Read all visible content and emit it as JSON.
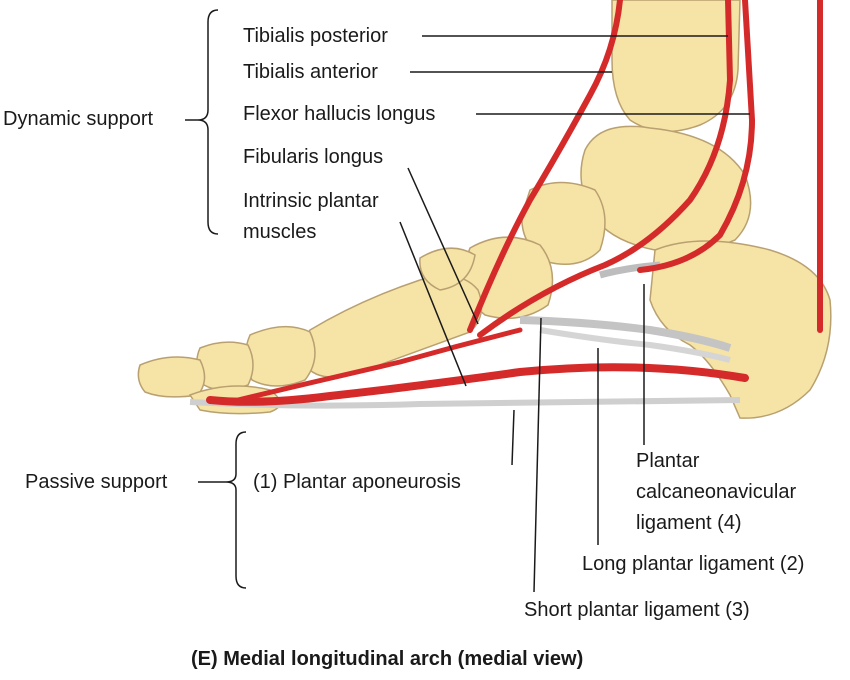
{
  "labels": {
    "dynamic_support": "Dynamic support",
    "passive_support": "Passive support",
    "tibialis_posterior": "Tibialis posterior",
    "tibialis_anterior": "Tibialis anterior",
    "flexor_hallucis_longus": "Flexor hallucis longus",
    "fibularis_longus": "Fibularis longus",
    "intrinsic_plantar_line1": "Intrinsic plantar",
    "intrinsic_plantar_line2": "muscles",
    "plantar_aponeurosis": "(1) Plantar aponeurosis",
    "plantar_calc_line1": "Plantar",
    "plantar_calc_line2": "calcaneonavicular",
    "plantar_calc_line3": "ligament (4)",
    "long_plantar": "Long plantar ligament (2)",
    "short_plantar": "Short plantar ligament (3)"
  },
  "caption": "(E) Medial longitudinal arch (medial view)",
  "colors": {
    "bone": "#f6e3a6",
    "bone_outline": "#b9a070",
    "muscle": "#d42a2a",
    "ligament": "#c9c9c9",
    "leader_line": "#1a1a1a"
  }
}
